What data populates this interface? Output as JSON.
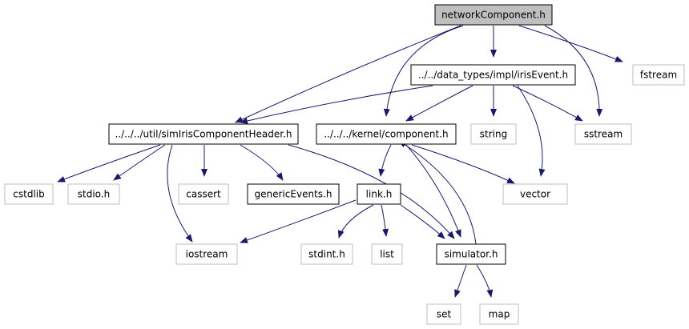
{
  "colors": {
    "edge": "#191970",
    "root_fill": "#bfbfbf",
    "root_stroke": "#000000",
    "documented_stroke": "#000000",
    "external_stroke": "#bfbfbf",
    "node_fill": "#ffffff"
  },
  "nodes": [
    {
      "id": "networkComponent",
      "label": "networkComponent.h",
      "kind": "root"
    },
    {
      "id": "irisEvent",
      "label": "../../data_types/impl/irisEvent.h",
      "kind": "documented"
    },
    {
      "id": "fstream",
      "label": "fstream",
      "kind": "external"
    },
    {
      "id": "simIris",
      "label": "../../../util/simIrisComponentHeader.h",
      "kind": "documented"
    },
    {
      "id": "component",
      "label": "../../../kernel/component.h",
      "kind": "documented"
    },
    {
      "id": "string",
      "label": "string",
      "kind": "external"
    },
    {
      "id": "sstream",
      "label": "sstream",
      "kind": "external"
    },
    {
      "id": "cstdlib",
      "label": "cstdlib",
      "kind": "external"
    },
    {
      "id": "stdio",
      "label": "stdio.h",
      "kind": "external"
    },
    {
      "id": "cassert",
      "label": "cassert",
      "kind": "external"
    },
    {
      "id": "genericEvents",
      "label": "genericEvents.h",
      "kind": "documented"
    },
    {
      "id": "link",
      "label": "link.h",
      "kind": "documented"
    },
    {
      "id": "vector",
      "label": "vector",
      "kind": "external"
    },
    {
      "id": "iostream",
      "label": "iostream",
      "kind": "external"
    },
    {
      "id": "stdint",
      "label": "stdint.h",
      "kind": "external"
    },
    {
      "id": "list",
      "label": "list",
      "kind": "external"
    },
    {
      "id": "simulator",
      "label": "simulator.h",
      "kind": "documented"
    },
    {
      "id": "set",
      "label": "set",
      "kind": "external"
    },
    {
      "id": "map",
      "label": "map",
      "kind": "external"
    }
  ],
  "edges": [
    {
      "from": "networkComponent",
      "to": "irisEvent"
    },
    {
      "from": "networkComponent",
      "to": "fstream"
    },
    {
      "from": "networkComponent",
      "to": "simIris"
    },
    {
      "from": "networkComponent",
      "to": "component"
    },
    {
      "from": "networkComponent",
      "to": "sstream"
    },
    {
      "from": "irisEvent",
      "to": "simIris"
    },
    {
      "from": "irisEvent",
      "to": "component"
    },
    {
      "from": "irisEvent",
      "to": "string"
    },
    {
      "from": "irisEvent",
      "to": "sstream"
    },
    {
      "from": "irisEvent",
      "to": "vector"
    },
    {
      "from": "simIris",
      "to": "cstdlib"
    },
    {
      "from": "simIris",
      "to": "stdio"
    },
    {
      "from": "simIris",
      "to": "cassert"
    },
    {
      "from": "simIris",
      "to": "genericEvents"
    },
    {
      "from": "simIris",
      "to": "iostream"
    },
    {
      "from": "simIris",
      "to": "simulator"
    },
    {
      "from": "component",
      "to": "link"
    },
    {
      "from": "component",
      "to": "vector"
    },
    {
      "from": "component",
      "to": "simulator"
    },
    {
      "from": "link",
      "to": "iostream"
    },
    {
      "from": "link",
      "to": "stdint"
    },
    {
      "from": "link",
      "to": "list"
    },
    {
      "from": "link",
      "to": "simulator"
    },
    {
      "from": "simulator",
      "to": "component"
    },
    {
      "from": "simulator",
      "to": "set"
    },
    {
      "from": "simulator",
      "to": "map"
    }
  ]
}
